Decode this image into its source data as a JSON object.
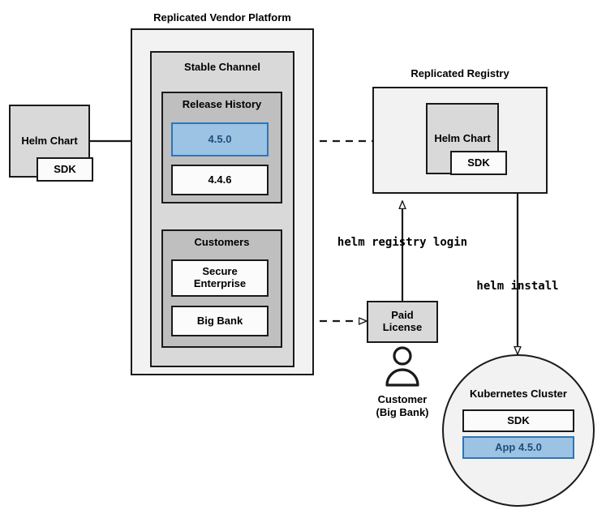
{
  "diagram": {
    "title_vendor_platform": "Replicated Vendor Platform",
    "title_registry": "Replicated Registry",
    "nodes": {
      "helm_chart_left": {
        "label": "Helm Chart",
        "sdk_label": "SDK"
      },
      "stable_channel": "Stable Channel",
      "release_history": "Release History",
      "release_450": "4.5.0",
      "release_446": "4.4.6",
      "customers": "Customers",
      "customer_secure_enterprise": "Secure\nEnterprise",
      "customer_secure_enterprise_line1": "Secure",
      "customer_secure_enterprise_line2": "Enterprise",
      "customer_big_bank": "Big Bank",
      "registry_helm_chart": {
        "label": "Helm Chart",
        "sdk_label": "SDK"
      },
      "paid_license_line1": "Paid",
      "paid_license_line2": "License",
      "actor_caption_line1": "Customer",
      "actor_caption_line2": "(Big Bank)",
      "kubernetes_cluster": "Kubernetes Cluster",
      "cluster_sdk": "SDK",
      "cluster_app": "App 4.5.0"
    },
    "edge_labels": {
      "helm_registry_login": "helm registry login",
      "helm_install": "helm install"
    },
    "colors": {
      "accent_blue_fill": "#9cc3e4",
      "accent_blue_border": "#2e75b6",
      "accent_blue_text": "#1f4e79",
      "stroke": "#1a1a1a",
      "fill_light": "#f2f2f2",
      "fill_gray": "#d9d9d9",
      "fill_midgray": "#bfbfbf",
      "fill_white": "#fbfbfb"
    }
  }
}
